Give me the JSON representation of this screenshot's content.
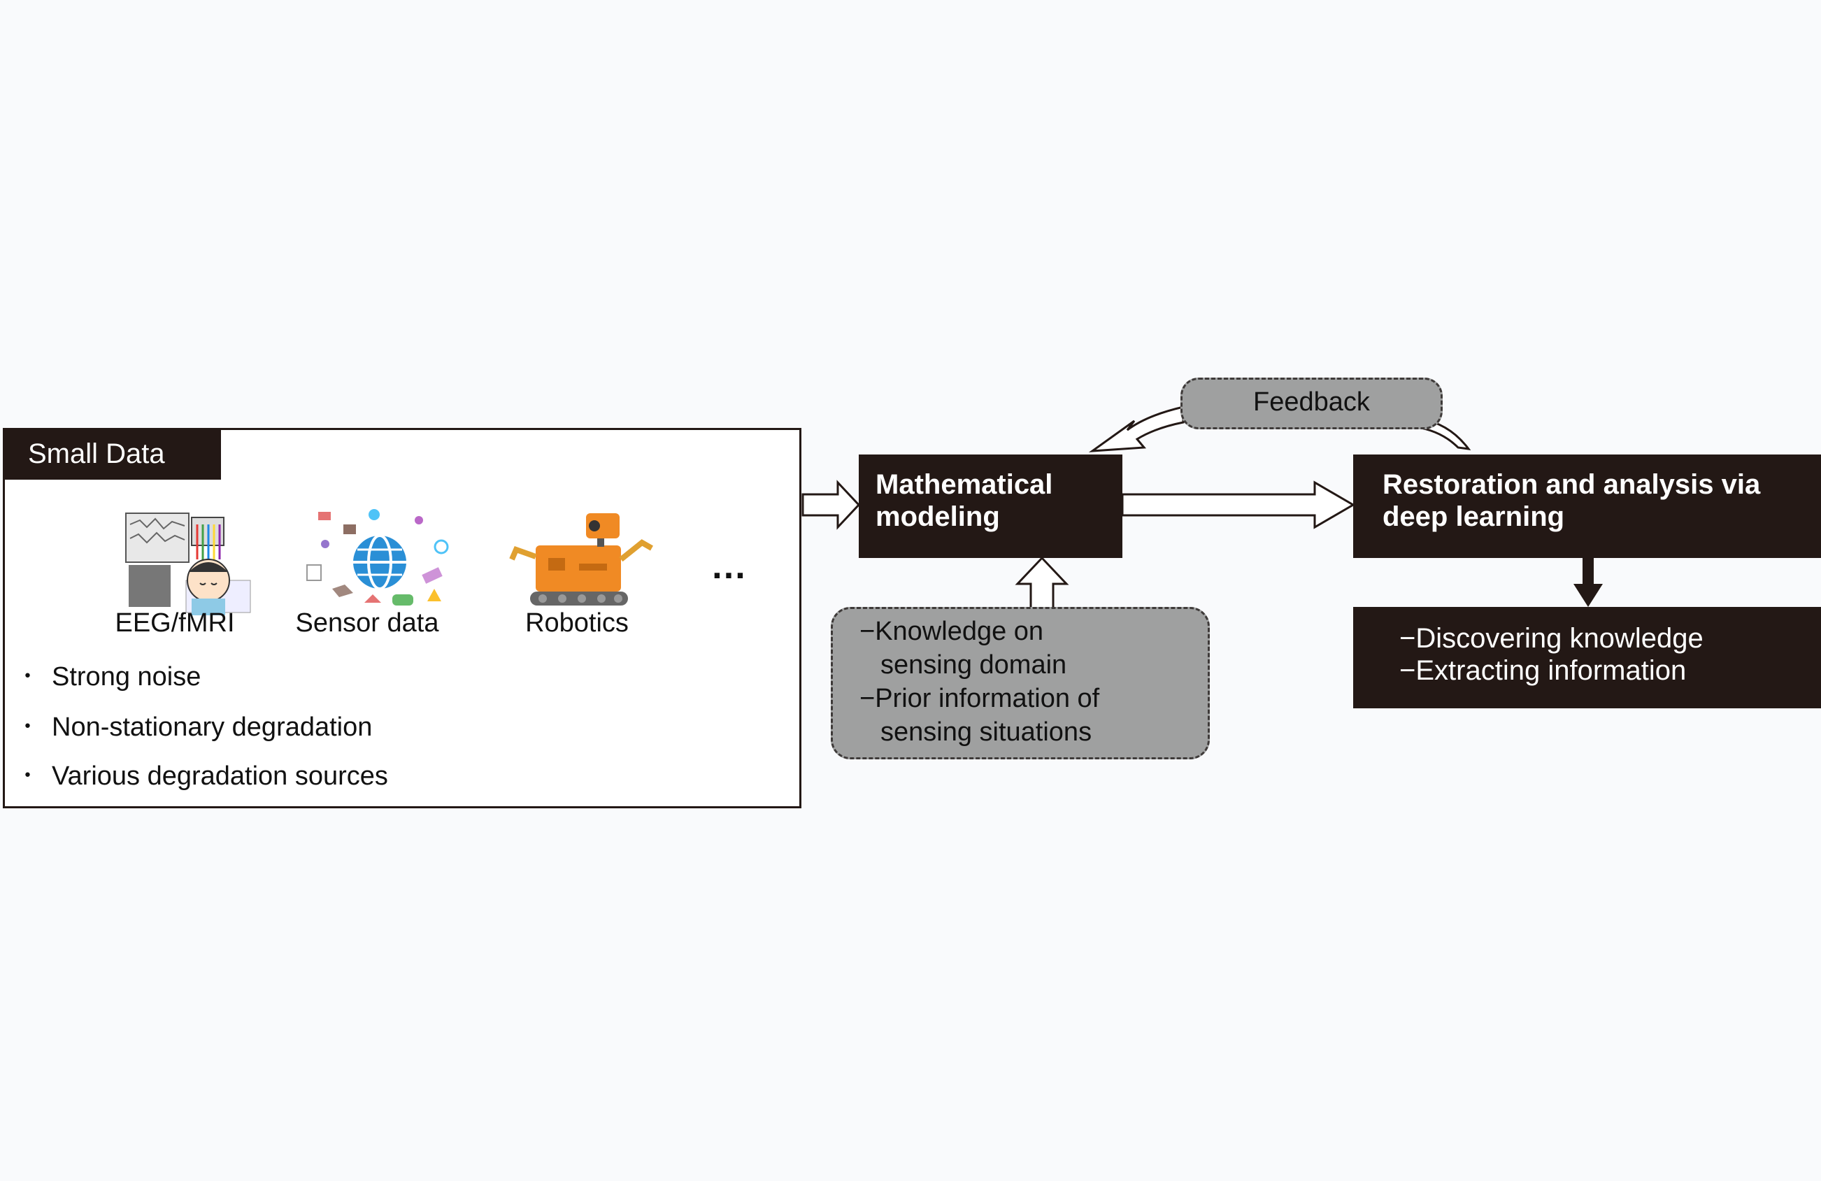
{
  "small_data": {
    "title": "Small Data",
    "categories": [
      {
        "label": "EEG/fMRI",
        "icon": "brain-scan-icon"
      },
      {
        "label": "Sensor data",
        "icon": "iot-globe-icon"
      },
      {
        "label": "Robotics",
        "icon": "robot-icon"
      }
    ],
    "ellipsis": "…",
    "bullets": [
      "Strong noise",
      "Non-stationary degradation",
      "Various degradation sources"
    ],
    "bullet_mark": "･"
  },
  "modeling": {
    "line1": "Mathematical",
    "line2": "modeling"
  },
  "knowledge": {
    "lines": [
      "−Knowledge on",
      "sensing domain",
      "−Prior information of",
      "sensing situations"
    ]
  },
  "feedback": {
    "label": "Feedback"
  },
  "restoration": {
    "line1": "Restoration and analysis via",
    "line2": "deep learning"
  },
  "outcomes": {
    "lines": [
      "−Discovering knowledge",
      "−Extracting information"
    ]
  },
  "colors": {
    "dark": "#231815",
    "gray": "#9fa0a0",
    "robot_orange": "#f08a24",
    "globe_blue": "#2a8fd6"
  }
}
